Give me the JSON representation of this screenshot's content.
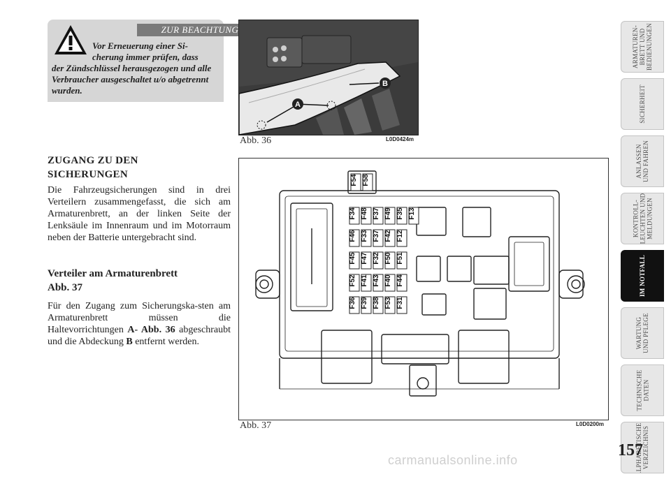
{
  "warning": {
    "heading": "ZUR BEACHTUNG",
    "line1": "Vor Erneuerung einer Si-",
    "line2": "cherung immer prüfen, dass",
    "rest": "der Zündschlüssel herausgezogen und alle Verbraucher ausgeschaltet u/o abgetrennt wurden."
  },
  "figures": {
    "fig36": {
      "caption": "Abb. 36",
      "code": "L0D0424m",
      "label_a": "A",
      "label_b": "B"
    },
    "fig37": {
      "caption": "Abb. 37",
      "code": "L0D0200m",
      "top_fuses": [
        "F54",
        "F58"
      ],
      "fuse_columns": [
        [
          "F34",
          "F46",
          "F45",
          "F52",
          "F36"
        ],
        [
          "F48",
          "F33",
          "F47",
          "F41",
          "F39"
        ],
        [
          "F37",
          "F37",
          "F32",
          "F43",
          "F38"
        ],
        [
          "F49",
          "F42",
          "F50",
          "F40",
          "F53"
        ],
        [
          "F35",
          "F12",
          "F51",
          "F44",
          "F31"
        ],
        [
          "F13"
        ]
      ]
    }
  },
  "section": {
    "title_line1": "ZUGANG ZU DEN",
    "title_line2": "SICHERUNGEN",
    "intro": "Die Fahrzeugsicherungen sind in drei Verteilern zusammengefasst, die sich am Armaturenbrett, an der linken Seite der Lenksäule im Innenraum und im Motorraum neben der Batterie untergebracht sind.",
    "sub_line1": "Verteiler am Armaturenbrett",
    "sub_line2": "Abb. 37",
    "p2_a": "Für den Zugang zum Sicherungska-sten am Armaturenbrett müssen die Haltevorrichtungen",
    "p2_ref1": "A- Abb. 36",
    "p2_b": "abgeschraubt und die Abdeckung",
    "p2_ref2": "B",
    "p2_c": "entfernt werden."
  },
  "tabs": [
    {
      "label": "ARMATUREN-\nBRETT UND\nBEDIENUNGEN",
      "active": false
    },
    {
      "label": "SICHERHEIT",
      "active": false
    },
    {
      "label": "ANLASSEN\nUND FAHREN",
      "active": false
    },
    {
      "label": "KONTROLL-\nLEUCHTEN UND\nMELDUNGEN",
      "active": false
    },
    {
      "label": "IM NOTFALL",
      "active": true
    },
    {
      "label": "WARTUNG\nUND PFLEGE",
      "active": false
    },
    {
      "label": "TECHNISCHE\nDATEN",
      "active": false
    },
    {
      "label": "ALPHABETISCHES\nVERZEICHNIS",
      "active": false
    }
  ],
  "page_number": "157",
  "watermark": "carmanualsonline.info"
}
